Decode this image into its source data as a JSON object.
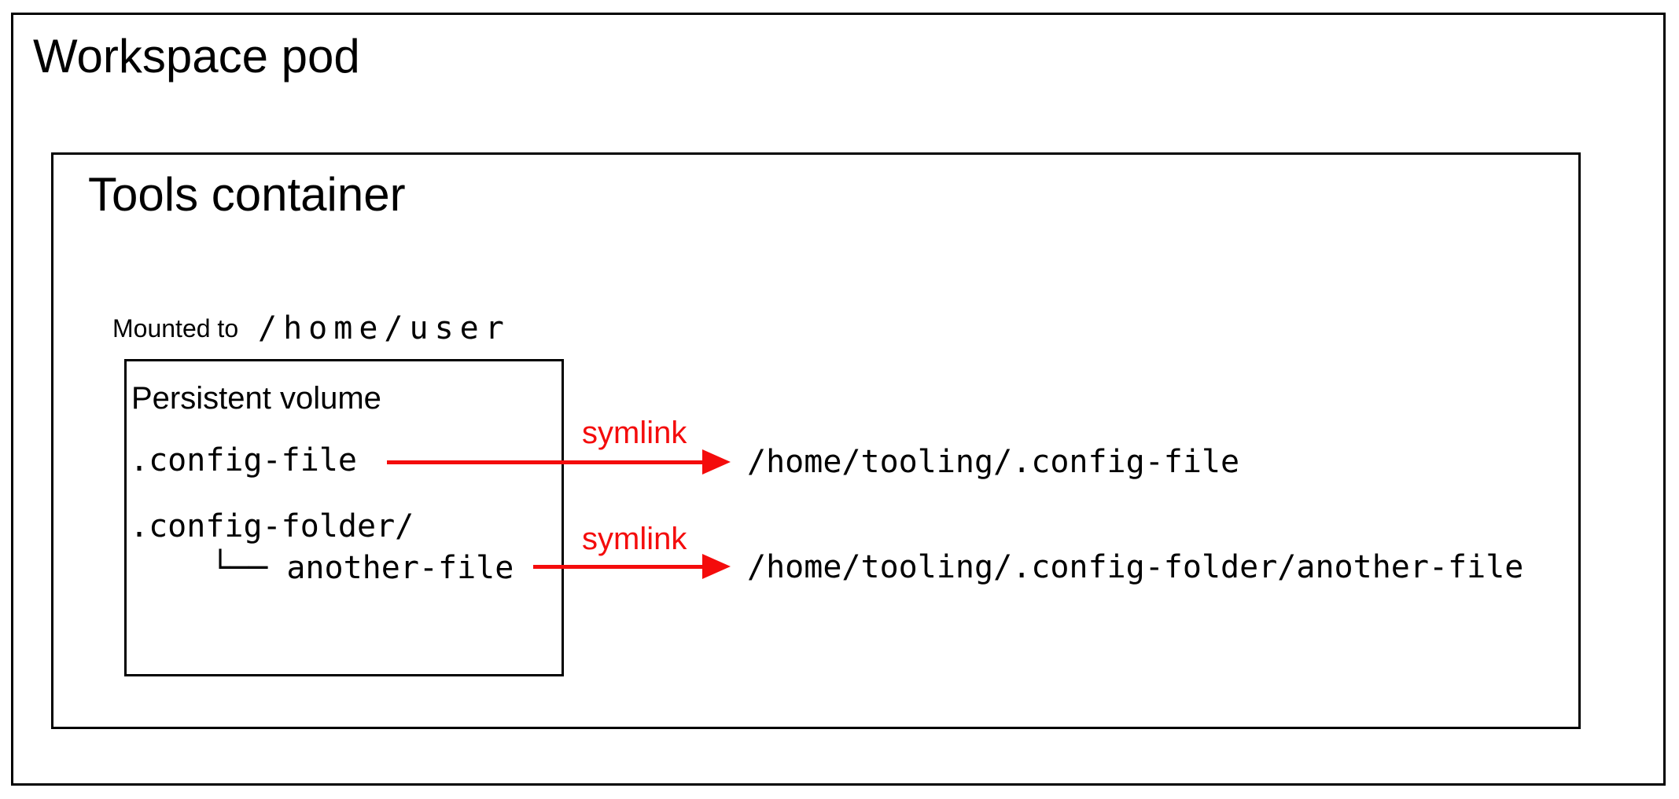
{
  "workspace_pod": {
    "title": "Workspace pod"
  },
  "tools_container": {
    "title": "Tools container"
  },
  "mount": {
    "label": "Mounted to",
    "path": "/home/user"
  },
  "persistent_volume": {
    "title": "Persistent volume",
    "entries": [
      ".config-file",
      ".config-folder/",
      "└── another-file"
    ]
  },
  "symlinks": [
    {
      "label": "symlink",
      "target": "/home/tooling/.config-file"
    },
    {
      "label": "symlink",
      "target": "/home/tooling/.config-folder/another-file"
    }
  ],
  "colors": {
    "accent_red": "#f40c0c",
    "border_black": "#000000",
    "background": "#ffffff"
  }
}
